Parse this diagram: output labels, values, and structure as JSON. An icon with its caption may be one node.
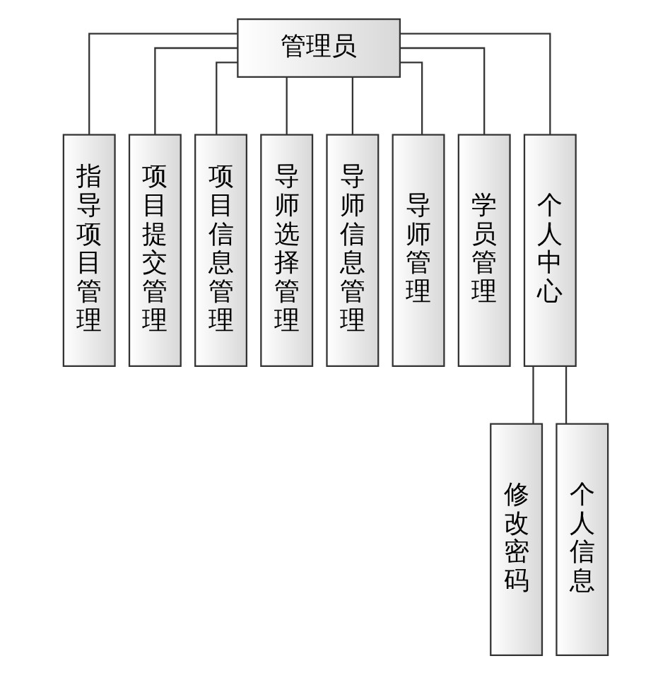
{
  "diagram": {
    "nodes": [
      {
        "text": [
          "管理员"
        ]
      },
      {
        "text": [
          "指导项目管理"
        ]
      },
      {
        "text": [
          "项目提交管理"
        ]
      },
      {
        "text": [
          "项目信息管理"
        ]
      },
      {
        "text": [
          "导师选择管理"
        ]
      },
      {
        "text": [
          "导师信息管理"
        ]
      },
      {
        "text": [
          "导师管理"
        ]
      },
      {
        "text": [
          "学员管理"
        ]
      },
      {
        "text": [
          "个人中心"
        ]
      },
      {
        "text": [
          "修改密码"
        ]
      },
      {
        "text": [
          "个人信息"
        ]
      }
    ],
    "edges": [
      {
        "from": 0,
        "to": 1,
        "arrow": "none"
      },
      {
        "from": 0,
        "to": 2,
        "arrow": "none"
      },
      {
        "from": 0,
        "to": 3,
        "arrow": "none"
      },
      {
        "from": 0,
        "to": 4,
        "arrow": "none"
      },
      {
        "from": 0,
        "to": 5,
        "arrow": "none"
      },
      {
        "from": 0,
        "to": 6,
        "arrow": "none"
      },
      {
        "from": 0,
        "to": 7,
        "arrow": "none"
      },
      {
        "from": 0,
        "to": 8,
        "arrow": "none"
      },
      {
        "from": 8,
        "to": 9,
        "arrow": "none"
      },
      {
        "from": 8,
        "to": 10,
        "arrow": "none"
      }
    ]
  }
}
